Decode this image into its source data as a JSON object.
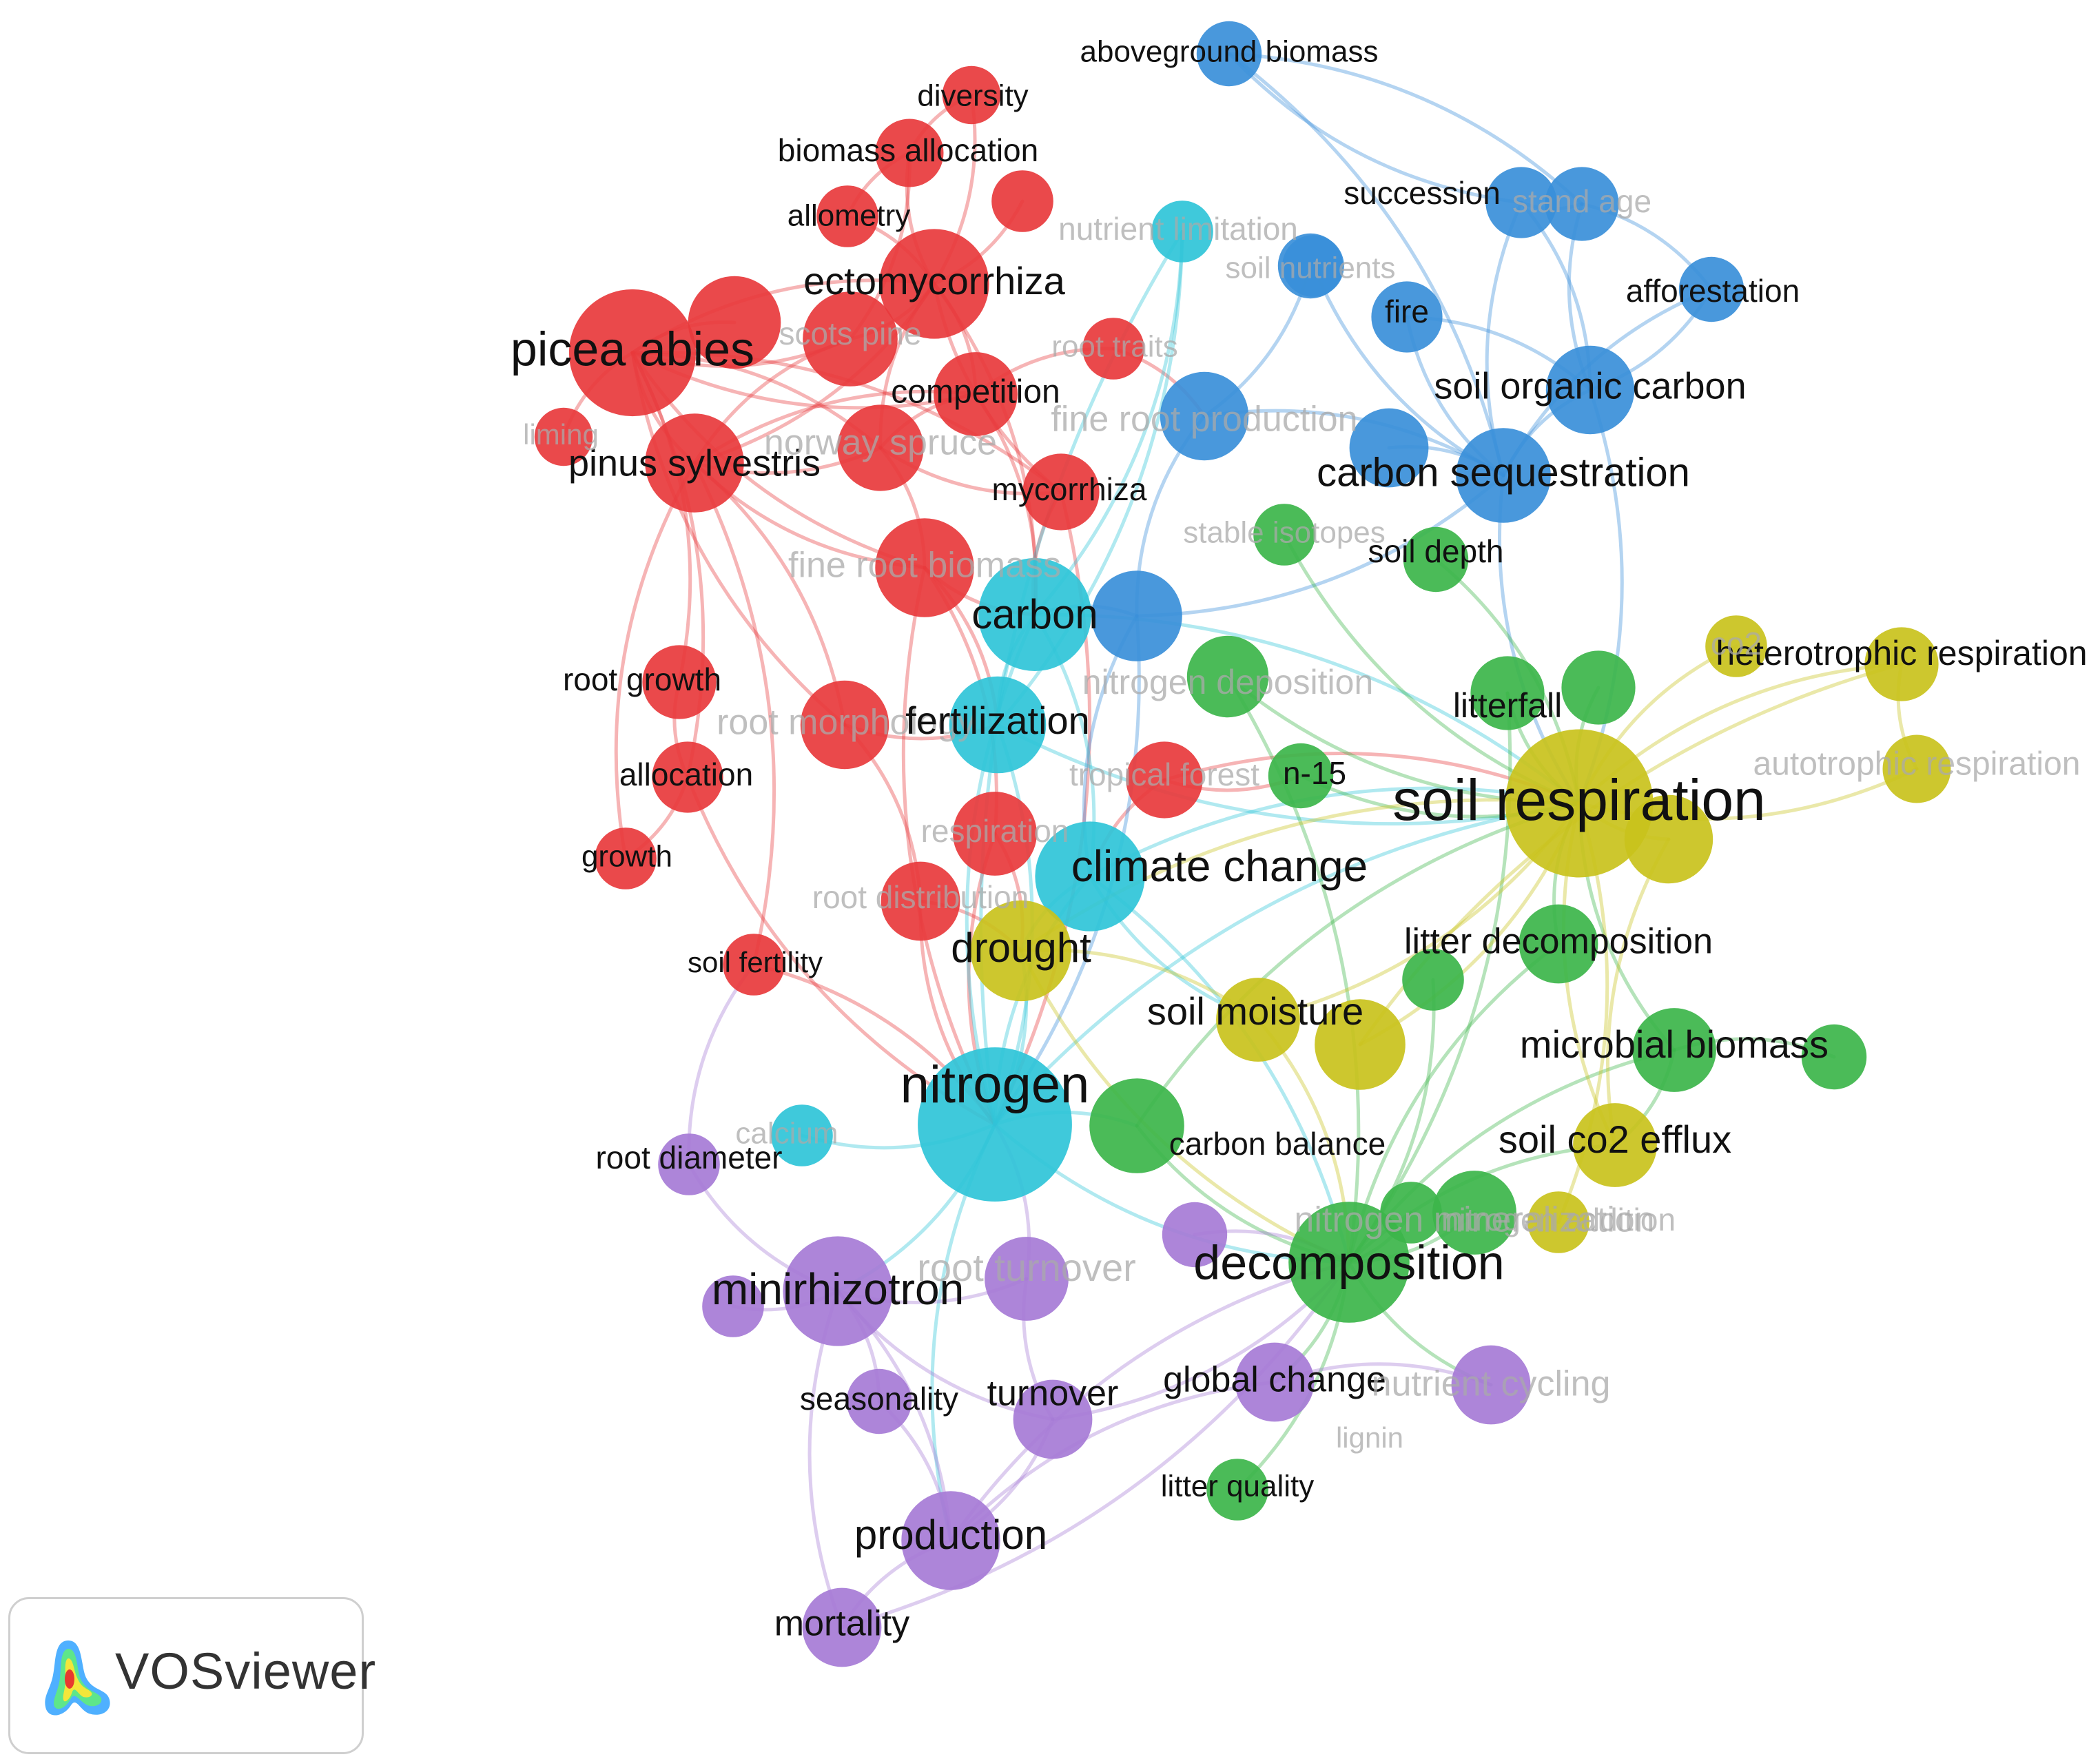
{
  "software": {
    "name": "VOSviewer"
  },
  "cluster_colors": {
    "red": "#e8393c",
    "blue": "#3a8fd9",
    "cyan": "#2fc4d8",
    "green": "#3cb54a",
    "yellow": "#c9c21c",
    "purple": "#a67bd6"
  },
  "nodes": [
    {
      "id": "n1",
      "label": "picea abies",
      "cluster": "red",
      "weight": 78,
      "faded": false,
      "size": 70
    },
    {
      "id": "n2",
      "label": "pinus sylvestris",
      "cluster": "red",
      "weight": 44,
      "faded": false,
      "size": 54
    },
    {
      "id": "n3",
      "label": "ectomycorrhiza",
      "cluster": "red",
      "weight": 56,
      "faded": false,
      "size": 56
    },
    {
      "id": "n4",
      "label": "diversity",
      "cluster": "red",
      "weight": 12,
      "faded": false,
      "size": 44
    },
    {
      "id": "n5",
      "label": "biomass allocation",
      "cluster": "red",
      "weight": 18,
      "faded": false,
      "size": 46
    },
    {
      "id": "n6",
      "label": "allometry",
      "cluster": "red",
      "weight": 14,
      "faded": false,
      "size": 44
    },
    {
      "id": "n7",
      "label": "scots pine",
      "cluster": "red",
      "weight": 40,
      "faded": true,
      "size": 46
    },
    {
      "id": "n8",
      "label": "root traits",
      "cluster": "red",
      "weight": 14,
      "faded": true,
      "size": 44
    },
    {
      "id": "n9",
      "label": "competition",
      "cluster": "red",
      "weight": 30,
      "faded": false,
      "size": 48
    },
    {
      "id": "n10",
      "label": "liming",
      "cluster": "red",
      "weight": 12,
      "faded": true,
      "size": 42
    },
    {
      "id": "n11",
      "label": "norway spruce",
      "cluster": "red",
      "weight": 32,
      "faded": true,
      "size": 52
    },
    {
      "id": "n12",
      "label": "mycorrhiza",
      "cluster": "red",
      "weight": 24,
      "faded": false,
      "size": 46
    },
    {
      "id": "n13",
      "label": "root growth",
      "cluster": "red",
      "weight": 22,
      "faded": false,
      "size": 46
    },
    {
      "id": "n14",
      "label": "root morphology",
      "cluster": "red",
      "weight": 34,
      "faded": true,
      "size": 52
    },
    {
      "id": "n15",
      "label": "allocation",
      "cluster": "red",
      "weight": 20,
      "faded": false,
      "size": 46
    },
    {
      "id": "n16",
      "label": "growth",
      "cluster": "red",
      "weight": 14,
      "faded": false,
      "size": 44
    },
    {
      "id": "n17",
      "label": "soil fertility",
      "cluster": "red",
      "weight": 14,
      "faded": false,
      "size": 42
    },
    {
      "id": "n18",
      "label": "respiration",
      "cluster": "red",
      "weight": 30,
      "faded": true,
      "size": 46
    },
    {
      "id": "n19",
      "label": "root distribution",
      "cluster": "red",
      "weight": 26,
      "faded": true,
      "size": 46
    },
    {
      "id": "n20",
      "label": "tropical forest",
      "cluster": "red",
      "weight": 24,
      "faded": true,
      "size": 46
    },
    {
      "id": "n21",
      "label": "fine root biomass",
      "cluster": "red",
      "weight": 44,
      "faded": true,
      "size": 52
    },
    {
      "id": "n22",
      "label": "aboveground biomass",
      "cluster": "blue",
      "weight": 16,
      "faded": false,
      "size": 44
    },
    {
      "id": "n23",
      "label": "succession",
      "cluster": "blue",
      "weight": 20,
      "faded": false,
      "size": 46
    },
    {
      "id": "n24",
      "label": "stand age",
      "cluster": "blue",
      "weight": 22,
      "faded": true,
      "size": 46
    },
    {
      "id": "n25",
      "label": "soil nutrients",
      "cluster": "blue",
      "weight": 16,
      "faded": true,
      "size": 44
    },
    {
      "id": "n26",
      "label": "afforestation",
      "cluster": "blue",
      "weight": 16,
      "faded": false,
      "size": 46
    },
    {
      "id": "n27",
      "label": "fire",
      "cluster": "blue",
      "weight": 20,
      "faded": false,
      "size": 46
    },
    {
      "id": "n28",
      "label": "soil organic carbon",
      "cluster": "blue",
      "weight": 34,
      "faded": false,
      "size": 54
    },
    {
      "id": "n29",
      "label": "fine root production",
      "cluster": "blue",
      "weight": 34,
      "faded": true,
      "size": 52
    },
    {
      "id": "n30",
      "label": "carbon sequestration",
      "cluster": "blue",
      "weight": 40,
      "faded": false,
      "size": 58
    },
    {
      "id": "n31",
      "label": "nutrient limitation",
      "cluster": "cyan",
      "weight": 14,
      "faded": true,
      "size": 46
    },
    {
      "id": "n32",
      "label": "carbon",
      "cluster": "cyan",
      "weight": 60,
      "faded": false,
      "size": 60
    },
    {
      "id": "n33",
      "label": "fertilization",
      "cluster": "cyan",
      "weight": 42,
      "faded": false,
      "size": 56
    },
    {
      "id": "n34",
      "label": "climate change",
      "cluster": "cyan",
      "weight": 56,
      "faded": false,
      "size": 64
    },
    {
      "id": "n35",
      "label": "nitrogen",
      "cluster": "cyan",
      "weight": 120,
      "faded": false,
      "size": 76
    },
    {
      "id": "n36",
      "label": "calcium",
      "cluster": "cyan",
      "weight": 14,
      "faded": true,
      "size": 44
    },
    {
      "id": "n37",
      "label": "stable isotopes",
      "cluster": "green",
      "weight": 14,
      "faded": true,
      "size": 44
    },
    {
      "id": "n38",
      "label": "soil depth",
      "cluster": "green",
      "weight": 16,
      "faded": false,
      "size": 46
    },
    {
      "id": "n39",
      "label": "nitrogen deposition",
      "cluster": "green",
      "weight": 28,
      "faded": true,
      "size": 50
    },
    {
      "id": "n40",
      "label": "litterfall",
      "cluster": "green",
      "weight": 22,
      "faded": false,
      "size": 50
    },
    {
      "id": "n41",
      "label": "n-15",
      "cluster": "green",
      "weight": 16,
      "faded": false,
      "size": 46
    },
    {
      "id": "n42",
      "label": "litter decomposition",
      "cluster": "green",
      "weight": 26,
      "faded": false,
      "size": 52
    },
    {
      "id": "n43",
      "label": "microbial biomass",
      "cluster": "green",
      "weight": 30,
      "faded": false,
      "size": 56
    },
    {
      "id": "n44",
      "label": "carbon balance",
      "cluster": "green",
      "weight": 40,
      "faded": false,
      "size": 46
    },
    {
      "id": "n45",
      "label": "decomposition",
      "cluster": "green",
      "weight": 70,
      "faded": false,
      "size": 70
    },
    {
      "id": "n46",
      "label": "lignin",
      "cluster": "green",
      "weight": 14,
      "faded": true,
      "size": 42
    },
    {
      "id": "n47",
      "label": "litter quality",
      "cluster": "green",
      "weight": 14,
      "faded": false,
      "size": 44
    },
    {
      "id": "n48",
      "label": "nitrogen mineralization",
      "cluster": "green",
      "weight": 30,
      "faded": true,
      "size": 52
    },
    {
      "id": "n49",
      "label": "soil respiration",
      "cluster": "yellow",
      "weight": 110,
      "faded": false,
      "size": 84
    },
    {
      "id": "n50",
      "label": "heterotrophic respiration",
      "cluster": "yellow",
      "weight": 22,
      "faded": false,
      "size": 50
    },
    {
      "id": "n51",
      "label": "autotrophic respiration",
      "cluster": "yellow",
      "weight": 18,
      "faded": true,
      "size": 48
    },
    {
      "id": "n52",
      "label": "co2",
      "cluster": "yellow",
      "weight": 14,
      "faded": true,
      "size": 46
    },
    {
      "id": "n53",
      "label": "drought",
      "cluster": "yellow",
      "weight": 46,
      "faded": false,
      "size": 60
    },
    {
      "id": "n54",
      "label": "soil moisture",
      "cluster": "yellow",
      "weight": 30,
      "faded": false,
      "size": 56
    },
    {
      "id": "n55",
      "label": "soil co2 efflux",
      "cluster": "yellow",
      "weight": 30,
      "faded": false,
      "size": 56
    },
    {
      "id": "n56",
      "label": "nitrogen addition",
      "cluster": "yellow",
      "weight": 14,
      "faded": true,
      "size": 46
    },
    {
      "id": "n57",
      "label": "root diameter",
      "cluster": "purple",
      "weight": 14,
      "faded": false,
      "size": 46
    },
    {
      "id": "n58",
      "label": "minirhizotron",
      "cluster": "purple",
      "weight": 56,
      "faded": false,
      "size": 64
    },
    {
      "id": "n59",
      "label": "root turnover",
      "cluster": "purple",
      "weight": 30,
      "faded": true,
      "size": 56
    },
    {
      "id": "n60",
      "label": "seasonality",
      "cluster": "purple",
      "weight": 16,
      "faded": false,
      "size": 46
    },
    {
      "id": "n61",
      "label": "turnover",
      "cluster": "purple",
      "weight": 26,
      "faded": false,
      "size": 52
    },
    {
      "id": "n62",
      "label": "global change",
      "cluster": "purple",
      "weight": 26,
      "faded": false,
      "size": 52
    },
    {
      "id": "n63",
      "label": "nutrient cycling",
      "cluster": "purple",
      "weight": 26,
      "faded": true,
      "size": 52
    },
    {
      "id": "n64",
      "label": "production",
      "cluster": "purple",
      "weight": 44,
      "faded": false,
      "size": 60
    },
    {
      "id": "n65",
      "label": "mortality",
      "cluster": "purple",
      "weight": 26,
      "faded": false,
      "size": 52
    },
    {
      "id": "n66",
      "label": "",
      "cluster": "red",
      "weight": 14,
      "faded": false,
      "size": 0
    },
    {
      "id": "n67",
      "label": "",
      "cluster": "red",
      "weight": 38,
      "faded": false,
      "size": 0
    },
    {
      "id": "n68",
      "label": "",
      "cluster": "blue",
      "weight": 14,
      "faded": false,
      "size": 0
    },
    {
      "id": "n69",
      "label": "",
      "cluster": "blue",
      "weight": 26,
      "faded": false,
      "size": 0
    },
    {
      "id": "n70",
      "label": "",
      "cluster": "blue",
      "weight": 36,
      "faded": false,
      "size": 0
    },
    {
      "id": "n71",
      "label": "",
      "cluster": "green",
      "weight": 22,
      "faded": false,
      "size": 0
    },
    {
      "id": "n72",
      "label": "",
      "cluster": "green",
      "weight": 14,
      "faded": false,
      "size": 0
    },
    {
      "id": "n73",
      "label": "",
      "cluster": "green",
      "weight": 16,
      "faded": false,
      "size": 0
    },
    {
      "id": "n74",
      "label": "",
      "cluster": "yellow",
      "weight": 34,
      "faded": false,
      "size": 0
    },
    {
      "id": "n75",
      "label": "",
      "cluster": "yellow",
      "weight": 36,
      "faded": false,
      "size": 0
    },
    {
      "id": "n76",
      "label": "",
      "cluster": "purple",
      "weight": 14,
      "faded": false,
      "size": 0
    },
    {
      "id": "n77",
      "label": "",
      "cluster": "purple",
      "weight": 16,
      "faded": false,
      "size": 0
    }
  ],
  "links": [
    [
      "n1",
      "n2"
    ],
    [
      "n1",
      "n3"
    ],
    [
      "n1",
      "n7"
    ],
    [
      "n1",
      "n11"
    ],
    [
      "n1",
      "n9"
    ],
    [
      "n1",
      "n13"
    ],
    [
      "n1",
      "n14"
    ],
    [
      "n1",
      "n15"
    ],
    [
      "n1",
      "n10"
    ],
    [
      "n1",
      "n67"
    ],
    [
      "n1",
      "n21"
    ],
    [
      "n1",
      "n12"
    ],
    [
      "n2",
      "n3"
    ],
    [
      "n2",
      "n7"
    ],
    [
      "n2",
      "n11"
    ],
    [
      "n2",
      "n14"
    ],
    [
      "n2",
      "n16"
    ],
    [
      "n2",
      "n17"
    ],
    [
      "n2",
      "n21"
    ],
    [
      "n2",
      "n9"
    ],
    [
      "n3",
      "n4"
    ],
    [
      "n3",
      "n5"
    ],
    [
      "n3",
      "n6"
    ],
    [
      "n3",
      "n9"
    ],
    [
      "n3",
      "n12"
    ],
    [
      "n3",
      "n7"
    ],
    [
      "n3",
      "n11"
    ],
    [
      "n3",
      "n32"
    ],
    [
      "n3",
      "n66"
    ],
    [
      "n5",
      "n4"
    ],
    [
      "n5",
      "n6"
    ],
    [
      "n5",
      "n7"
    ],
    [
      "n8",
      "n9"
    ],
    [
      "n8",
      "n29"
    ],
    [
      "n9",
      "n11"
    ],
    [
      "n9",
      "n32"
    ],
    [
      "n11",
      "n12"
    ],
    [
      "n11",
      "n21"
    ],
    [
      "n12",
      "n32"
    ],
    [
      "n12",
      "n35"
    ],
    [
      "n21",
      "n32"
    ],
    [
      "n21",
      "n33"
    ],
    [
      "n21",
      "n35"
    ],
    [
      "n21",
      "n18"
    ],
    [
      "n14",
      "n33"
    ],
    [
      "n14",
      "n19"
    ],
    [
      "n13",
      "n15"
    ],
    [
      "n15",
      "n16"
    ],
    [
      "n15",
      "n35"
    ],
    [
      "n17",
      "n35"
    ],
    [
      "n18",
      "n35"
    ],
    [
      "n18",
      "n53"
    ],
    [
      "n19",
      "n35"
    ],
    [
      "n19",
      "n53"
    ],
    [
      "n20",
      "n34"
    ],
    [
      "n20",
      "n49"
    ],
    [
      "n20",
      "n41"
    ],
    [
      "n22",
      "n24"
    ],
    [
      "n22",
      "n23"
    ],
    [
      "n22",
      "n30"
    ],
    [
      "n23",
      "n24"
    ],
    [
      "n23",
      "n28"
    ],
    [
      "n23",
      "n30"
    ],
    [
      "n24",
      "n26"
    ],
    [
      "n24",
      "n28"
    ],
    [
      "n26",
      "n28"
    ],
    [
      "n26",
      "n30"
    ],
    [
      "n27",
      "n28"
    ],
    [
      "n27",
      "n30"
    ],
    [
      "n25",
      "n29"
    ],
    [
      "n28",
      "n30"
    ],
    [
      "n29",
      "n30"
    ],
    [
      "n29",
      "n70"
    ],
    [
      "n30",
      "n70"
    ],
    [
      "n30",
      "n49"
    ],
    [
      "n28",
      "n49"
    ],
    [
      "n68",
      "n30"
    ],
    [
      "n69",
      "n30"
    ],
    [
      "n70",
      "n32"
    ],
    [
      "n70",
      "n35"
    ],
    [
      "n70",
      "n34"
    ],
    [
      "n31",
      "n32"
    ],
    [
      "n31",
      "n35"
    ],
    [
      "n31",
      "n33"
    ],
    [
      "n32",
      "n33"
    ],
    [
      "n32",
      "n34"
    ],
    [
      "n32",
      "n35"
    ],
    [
      "n33",
      "n35"
    ],
    [
      "n34",
      "n35"
    ],
    [
      "n34",
      "n49"
    ],
    [
      "n34",
      "n53"
    ],
    [
      "n34",
      "n45"
    ],
    [
      "n34",
      "n54"
    ],
    [
      "n35",
      "n36"
    ],
    [
      "n35",
      "n53"
    ],
    [
      "n35",
      "n44"
    ],
    [
      "n35",
      "n45"
    ],
    [
      "n35",
      "n58"
    ],
    [
      "n35",
      "n64"
    ],
    [
      "n35",
      "n49"
    ],
    [
      "n33",
      "n49"
    ],
    [
      "n32",
      "n49"
    ],
    [
      "n37",
      "n49"
    ],
    [
      "n38",
      "n49"
    ],
    [
      "n39",
      "n49"
    ],
    [
      "n39",
      "n45"
    ],
    [
      "n40",
      "n49"
    ],
    [
      "n40",
      "n45"
    ],
    [
      "n41",
      "n49"
    ],
    [
      "n42",
      "n49"
    ],
    [
      "n42",
      "n45"
    ],
    [
      "n43",
      "n49"
    ],
    [
      "n43",
      "n45"
    ],
    [
      "n43",
      "n55"
    ],
    [
      "n44",
      "n45"
    ],
    [
      "n44",
      "n49"
    ],
    [
      "n45",
      "n46"
    ],
    [
      "n45",
      "n47"
    ],
    [
      "n45",
      "n48"
    ],
    [
      "n45",
      "n62"
    ],
    [
      "n45",
      "n63"
    ],
    [
      "n45",
      "n55"
    ],
    [
      "n71",
      "n49"
    ],
    [
      "n72",
      "n45"
    ],
    [
      "n73",
      "n43"
    ],
    [
      "n49",
      "n50"
    ],
    [
      "n49",
      "n51"
    ],
    [
      "n49",
      "n52"
    ],
    [
      "n49",
      "n53"
    ],
    [
      "n49",
      "n54"
    ],
    [
      "n49",
      "n55"
    ],
    [
      "n49",
      "n56"
    ],
    [
      "n49",
      "n74"
    ],
    [
      "n49",
      "n75"
    ],
    [
      "n50",
      "n51"
    ],
    [
      "n53",
      "n54"
    ],
    [
      "n53",
      "n45"
    ],
    [
      "n54",
      "n45"
    ],
    [
      "n74",
      "n55"
    ],
    [
      "n75",
      "n50"
    ],
    [
      "n57",
      "n58"
    ],
    [
      "n57",
      "n17"
    ],
    [
      "n58",
      "n59"
    ],
    [
      "n58",
      "n60"
    ],
    [
      "n58",
      "n61"
    ],
    [
      "n58",
      "n64"
    ],
    [
      "n58",
      "n65"
    ],
    [
      "n58",
      "n76"
    ],
    [
      "n59",
      "n61"
    ],
    [
      "n61",
      "n64"
    ],
    [
      "n62",
      "n64"
    ],
    [
      "n62",
      "n63"
    ],
    [
      "n64",
      "n65"
    ],
    [
      "n60",
      "n64"
    ],
    [
      "n65",
      "n45"
    ],
    [
      "n64",
      "n45"
    ],
    [
      "n59",
      "n35"
    ],
    [
      "n77",
      "n45"
    ],
    [
      "n61",
      "n45"
    ]
  ]
}
